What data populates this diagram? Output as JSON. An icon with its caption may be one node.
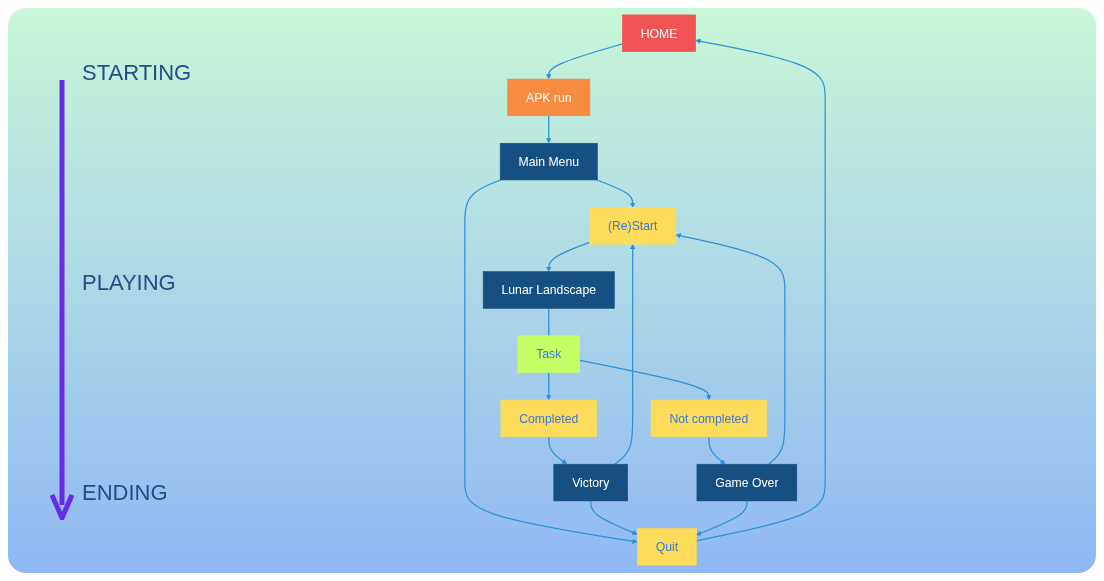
{
  "diagram": {
    "nodes": [
      {
        "text": [
          "HOME"
        ]
      },
      {
        "text": [
          "APK run"
        ]
      },
      {
        "text": [
          "Main Menu"
        ]
      },
      {
        "text": [
          "Quit"
        ]
      },
      {
        "text": [
          "(Re)Start"
        ]
      },
      {
        "text": [
          "Lunar Landscape"
        ]
      },
      {
        "text": [
          "Task"
        ]
      },
      {
        "text": [
          "Completed"
        ]
      },
      {
        "text": [
          "Not completed"
        ]
      },
      {
        "text": [
          "Victory"
        ]
      },
      {
        "text": [
          "Game Over"
        ]
      }
    ],
    "edges": [
      {
        "from": 0,
        "to": 1,
        "arrow": "to"
      },
      {
        "from": 1,
        "to": 2,
        "arrow": "to"
      },
      {
        "from": 2,
        "to": 3,
        "arrow": "to"
      },
      {
        "from": 2,
        "to": 4,
        "arrow": "to"
      },
      {
        "from": 3,
        "to": 0,
        "arrow": "to"
      },
      {
        "from": 4,
        "to": 5,
        "arrow": "to"
      },
      {
        "from": 5,
        "to": 6,
        "arrow": "none"
      },
      {
        "from": 6,
        "to": 7,
        "arrow": "to"
      },
      {
        "from": 6,
        "to": 8,
        "arrow": "to"
      },
      {
        "from": 7,
        "to": 9,
        "arrow": "to"
      },
      {
        "from": 8,
        "to": 10,
        "arrow": "to"
      },
      {
        "from": 9,
        "to": 3,
        "arrow": "to"
      },
      {
        "from": 9,
        "to": 4,
        "arrow": "to"
      },
      {
        "from": 10,
        "to": 3,
        "arrow": "to"
      },
      {
        "from": 10,
        "to": 4,
        "arrow": "to"
      }
    ],
    "labels": [
      "STARTING",
      "PLAYING",
      "ENDING"
    ]
  }
}
